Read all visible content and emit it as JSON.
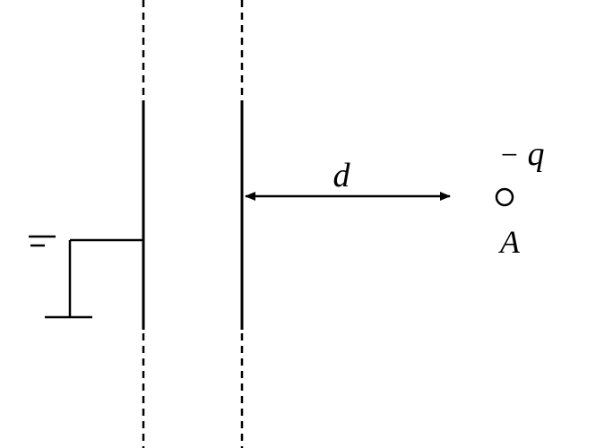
{
  "labels": {
    "distance": "d",
    "charge_sign": "−",
    "charge": "q",
    "point": "A"
  },
  "colors": {
    "stroke": "#000000",
    "background": "#ffffff"
  },
  "icons": {
    "ground": "ground-symbol-icon",
    "point": "hollow-circle-icon",
    "arrow": "double-headed-arrow-icon"
  }
}
